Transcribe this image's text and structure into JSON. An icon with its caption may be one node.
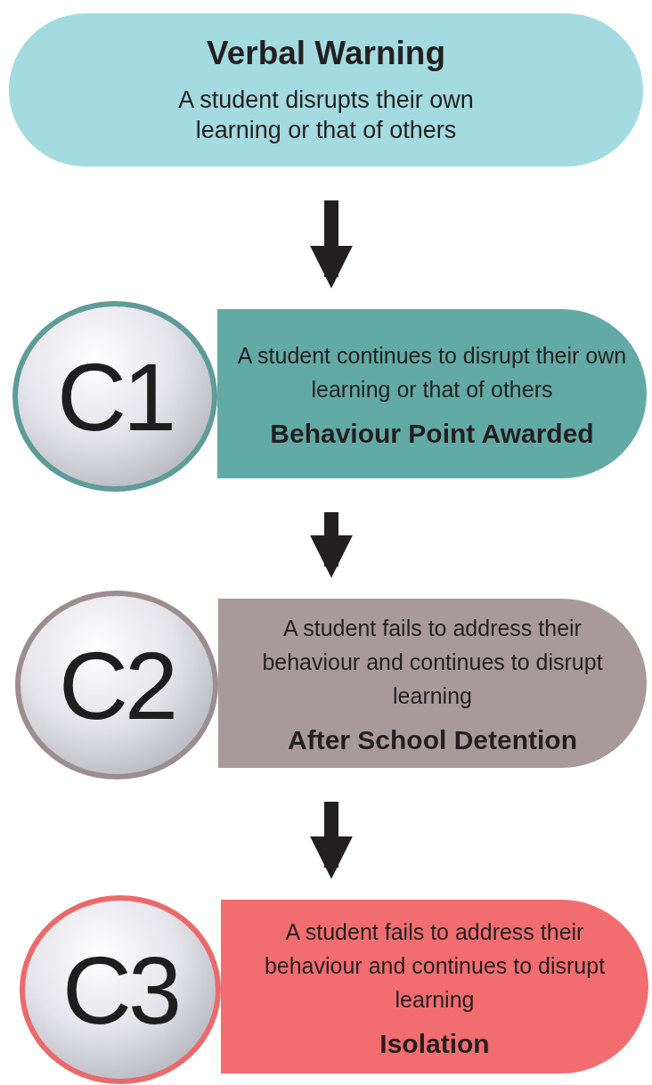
{
  "diagram": {
    "nodes": [
      {
        "text": [
          "Verbal Warning",
          "A student disrupts their own learning or that of others"
        ]
      },
      {
        "text": [
          "C1"
        ]
      },
      {
        "text": [
          "A student continues to disrupt their own learning or that of others",
          "Behaviour Point Awarded"
        ]
      },
      {
        "text": [
          "C2"
        ]
      },
      {
        "text": [
          "A student fails to address their behaviour and continues to disrupt learning",
          "After School Detention"
        ]
      },
      {
        "text": [
          "C3"
        ]
      },
      {
        "text": [
          "A student fails to address their behaviour and continues to disrupt learning",
          "Isolation"
        ]
      }
    ],
    "edges": [
      {
        "from": 0,
        "to": 2,
        "arrow": "to"
      },
      {
        "from": 2,
        "to": 4,
        "arrow": "to"
      },
      {
        "from": 4,
        "to": 6,
        "arrow": "to"
      }
    ]
  }
}
